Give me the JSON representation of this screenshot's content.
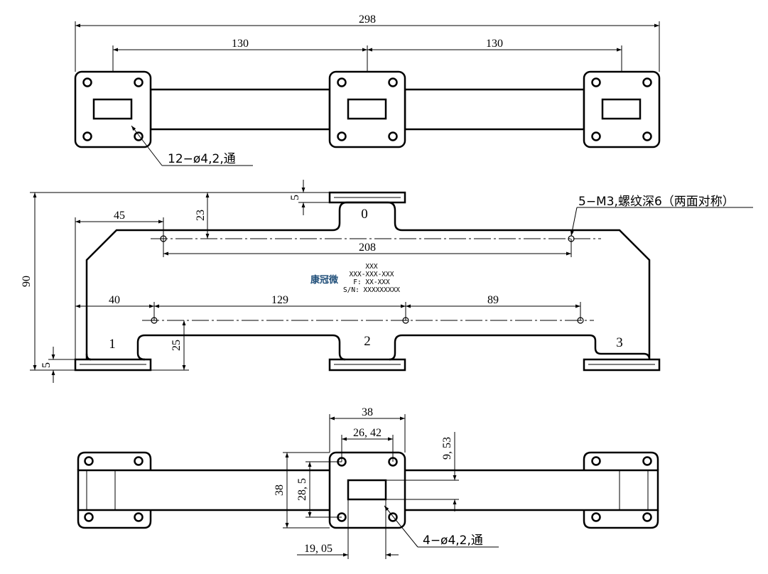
{
  "top_view": {
    "dim_overall": "298",
    "dim_left_spacing": "130",
    "dim_right_spacing": "130",
    "hole_callout": "12−ø4,2,通"
  },
  "front_view": {
    "dim_height": "90",
    "dim_top_flange": "5",
    "dim_bottom_flange": "5",
    "dim_top_offset": "23",
    "dim_hole_offset_top": "45",
    "dim_hole_spacing_top": "208",
    "dim_hole_offset_bottom": "40",
    "dim_hole_spacing_1": "129",
    "dim_hole_spacing_2": "89",
    "dim_bottom_offset": "25",
    "thread_callout": "5−M3,螺纹深6（两面对称）",
    "port_labels": [
      "0",
      "1",
      "2",
      "3"
    ],
    "label": {
      "logo": "康冠微",
      "lines": [
        "XXX",
        "XXX-XXX-XXX",
        "F: XX-XXX",
        "S/N: XXXXXXXXX"
      ]
    }
  },
  "bottom_view": {
    "dim_flange_width": "38",
    "dim_hole_spacing_h": "26, 42",
    "dim_flange_height": "38",
    "dim_hole_spacing_v": "28, 5",
    "dim_aperture_height": "9, 53",
    "dim_aperture_width": "19, 05",
    "hole_callout": "4−ø4,2,通"
  },
  "colors": {
    "line": "#000000",
    "logo": "#1f4e79"
  }
}
